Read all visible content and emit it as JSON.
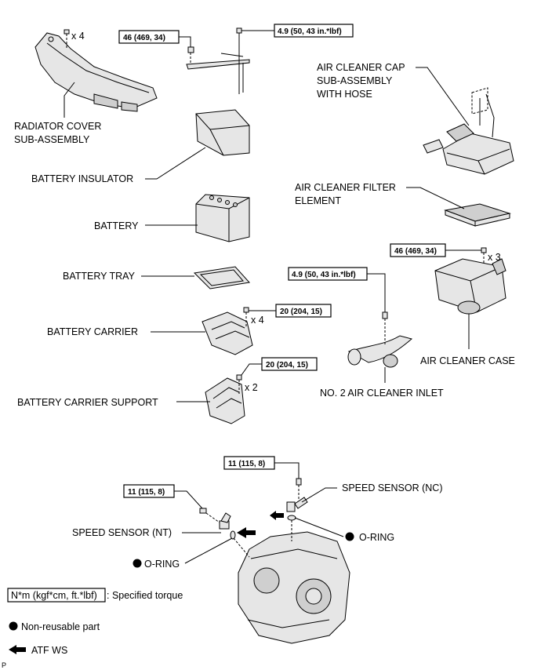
{
  "parts": {
    "radiator_cover": [
      "RADIATOR COVER",
      "SUB-ASSEMBLY"
    ],
    "battery_insulator": "BATTERY INSULATOR",
    "battery": "BATTERY",
    "battery_tray": "BATTERY TRAY",
    "battery_carrier": "BATTERY CARRIER",
    "battery_carrier_support": "BATTERY CARRIER SUPPORT",
    "air_cleaner_cap": [
      "AIR CLEANER CAP",
      "SUB-ASSEMBLY",
      "WITH HOSE"
    ],
    "air_cleaner_filter": [
      "AIR CLEANER FILTER",
      "ELEMENT"
    ],
    "air_cleaner_case": "AIR CLEANER CASE",
    "no2_inlet": "NO. 2 AIR CLEANER INLET",
    "speed_sensor_nc": "SPEED SENSOR (NC)",
    "speed_sensor_nt": "SPEED SENSOR (NT)",
    "o_ring_right": "O-RING",
    "o_ring_left": "O-RING"
  },
  "torques": {
    "radiator_cover_bolt": "46 (469, 34)",
    "bracket_nut": "4.9 (50, 43 in.*lbf)",
    "air_case_bolt": "46 (469, 34)",
    "inlet_bolt": "4.9 (50, 43 in.*lbf)",
    "carrier_bolt": "20 (204, 15)",
    "carrier_support_bolt": "20 (204, 15)",
    "speed_nc_bolt": "11 (115, 8)",
    "speed_nt_bolt": "11 (115, 8)"
  },
  "quantities": {
    "radiator_cover": "x 4",
    "air_case": "x 3",
    "carrier": "x 4",
    "carrier_support": "x 2"
  },
  "legend": {
    "torque_box": "N*m (kgf*cm, ft.*lbf)",
    "torque_desc": ": Specified torque",
    "non_reusable": "Non-reusable part",
    "atf": "ATF WS"
  },
  "corner_mark": "P"
}
